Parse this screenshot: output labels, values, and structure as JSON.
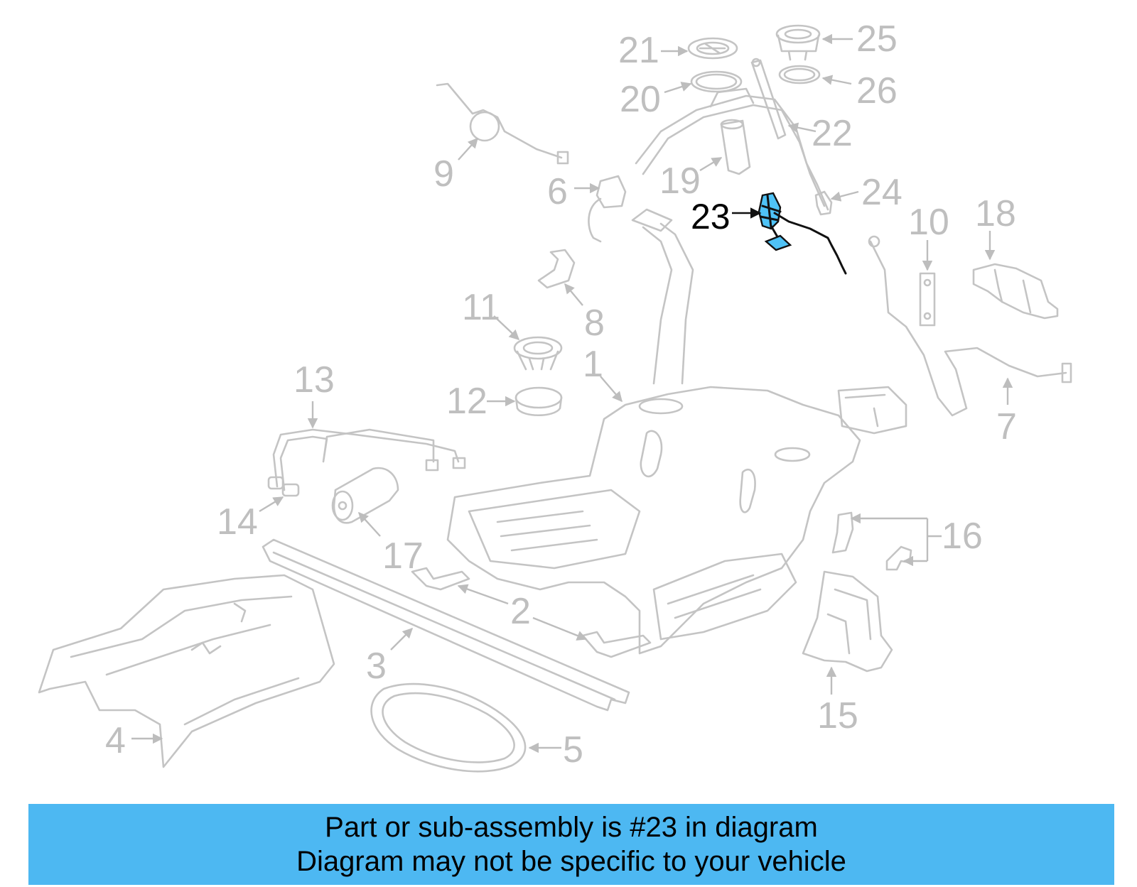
{
  "diagram": {
    "callouts": [
      {
        "id": "1",
        "label": "1",
        "highlighted": false
      },
      {
        "id": "2",
        "label": "2",
        "highlighted": false
      },
      {
        "id": "3",
        "label": "3",
        "highlighted": false
      },
      {
        "id": "4",
        "label": "4",
        "highlighted": false
      },
      {
        "id": "5",
        "label": "5",
        "highlighted": false
      },
      {
        "id": "6",
        "label": "6",
        "highlighted": false
      },
      {
        "id": "7",
        "label": "7",
        "highlighted": false
      },
      {
        "id": "8",
        "label": "8",
        "highlighted": false
      },
      {
        "id": "9",
        "label": "9",
        "highlighted": false
      },
      {
        "id": "10",
        "label": "10",
        "highlighted": false
      },
      {
        "id": "11",
        "label": "11",
        "highlighted": false
      },
      {
        "id": "12",
        "label": "12",
        "highlighted": false
      },
      {
        "id": "13",
        "label": "13",
        "highlighted": false
      },
      {
        "id": "14",
        "label": "14",
        "highlighted": false
      },
      {
        "id": "15",
        "label": "15",
        "highlighted": false
      },
      {
        "id": "16",
        "label": "16",
        "highlighted": false
      },
      {
        "id": "17",
        "label": "17",
        "highlighted": false
      },
      {
        "id": "18",
        "label": "18",
        "highlighted": false
      },
      {
        "id": "19",
        "label": "19",
        "highlighted": false
      },
      {
        "id": "20",
        "label": "20",
        "highlighted": false
      },
      {
        "id": "21",
        "label": "21",
        "highlighted": false
      },
      {
        "id": "22",
        "label": "22",
        "highlighted": false
      },
      {
        "id": "23",
        "label": "23",
        "highlighted": true
      },
      {
        "id": "24",
        "label": "24",
        "highlighted": false
      },
      {
        "id": "25",
        "label": "25",
        "highlighted": false
      },
      {
        "id": "26",
        "label": "26",
        "highlighted": false
      }
    ],
    "colors": {
      "part_stroke": "#c4c4c4",
      "callout_text": "#bfbfbf",
      "highlight_text": "#000000",
      "highlight_fill": "#4fc3f7"
    }
  },
  "banner": {
    "line1": "Part or sub-assembly is #23 in diagram",
    "line2": "Diagram may not be specific to your vehicle",
    "background": "#4db8f2"
  }
}
